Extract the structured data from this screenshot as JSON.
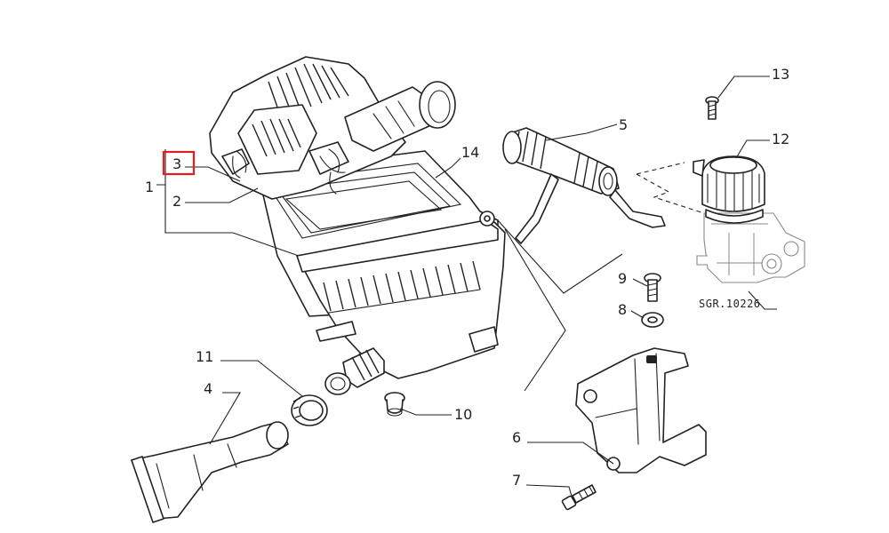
{
  "diagram": {
    "reference_code": "SGR.10226",
    "callouts": [
      {
        "id": "1",
        "label": "1"
      },
      {
        "id": "2",
        "label": "2"
      },
      {
        "id": "3",
        "label": "3",
        "highlighted": true
      },
      {
        "id": "4",
        "label": "4"
      },
      {
        "id": "5",
        "label": "5"
      },
      {
        "id": "6",
        "label": "6"
      },
      {
        "id": "7",
        "label": "7"
      },
      {
        "id": "8",
        "label": "8"
      },
      {
        "id": "9",
        "label": "9"
      },
      {
        "id": "10",
        "label": "10"
      },
      {
        "id": "11",
        "label": "11"
      },
      {
        "id": "12",
        "label": "12"
      },
      {
        "id": "13",
        "label": "13"
      },
      {
        "id": "14",
        "label": "14"
      }
    ],
    "colors": {
      "line": "#222222",
      "ghost": "#8a8a8a",
      "highlight": "#e02020",
      "background": "#ffffff"
    }
  }
}
